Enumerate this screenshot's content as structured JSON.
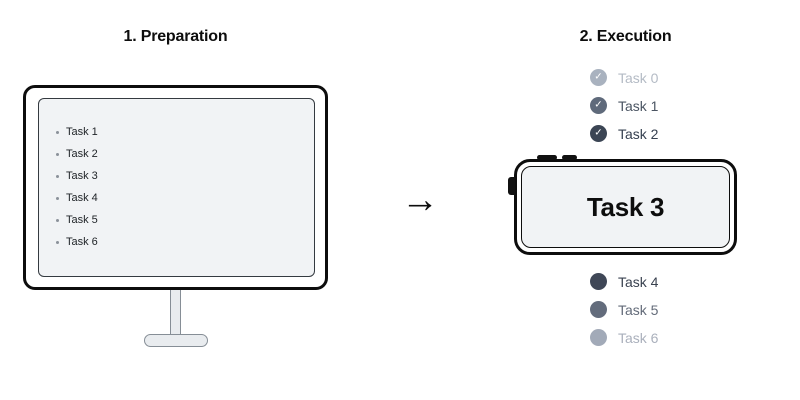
{
  "left": {
    "title": "1. Preparation",
    "bullet_glyph": "•",
    "monitor_tasks": [
      "Task 1",
      "Task 2",
      "Task 3",
      "Task 4",
      "Task 5",
      "Task 6"
    ]
  },
  "arrow_glyph": "→",
  "right": {
    "title": "2. Execution",
    "check_glyph": "✓",
    "phone_task": "Task 3",
    "tasks_above": [
      {
        "label": "Task 0",
        "status": "done",
        "circle_color": "#a9b2bf",
        "text_color": "#b4bbc5"
      },
      {
        "label": "Task 1",
        "status": "done",
        "circle_color": "#5f6a7b",
        "text_color": "#4b5563"
      },
      {
        "label": "Task 2",
        "status": "done",
        "circle_color": "#3b4554",
        "text_color": "#364050"
      }
    ],
    "tasks_below": [
      {
        "label": "Task 4",
        "status": "pending",
        "circle_color": "#3f4757",
        "text_color": "#3a4250"
      },
      {
        "label": "Task 5",
        "status": "pending",
        "circle_color": "#636c7c",
        "text_color": "#636b79"
      },
      {
        "label": "Task 6",
        "status": "pending",
        "circle_color": "#a2aab8",
        "text_color": "#aab0bc"
      }
    ]
  },
  "colors": {
    "background": "#ffffff",
    "device_outline": "#0d0d0d",
    "screen_fill": "#f1f3f5",
    "stand_fill": "#e9ecef",
    "stand_border": "#868e96",
    "heading_text": "#0d0d0d",
    "monitor_list_text": "#212529",
    "monitor_bullet": "#8b919a",
    "check_mark": "#ffffff"
  }
}
